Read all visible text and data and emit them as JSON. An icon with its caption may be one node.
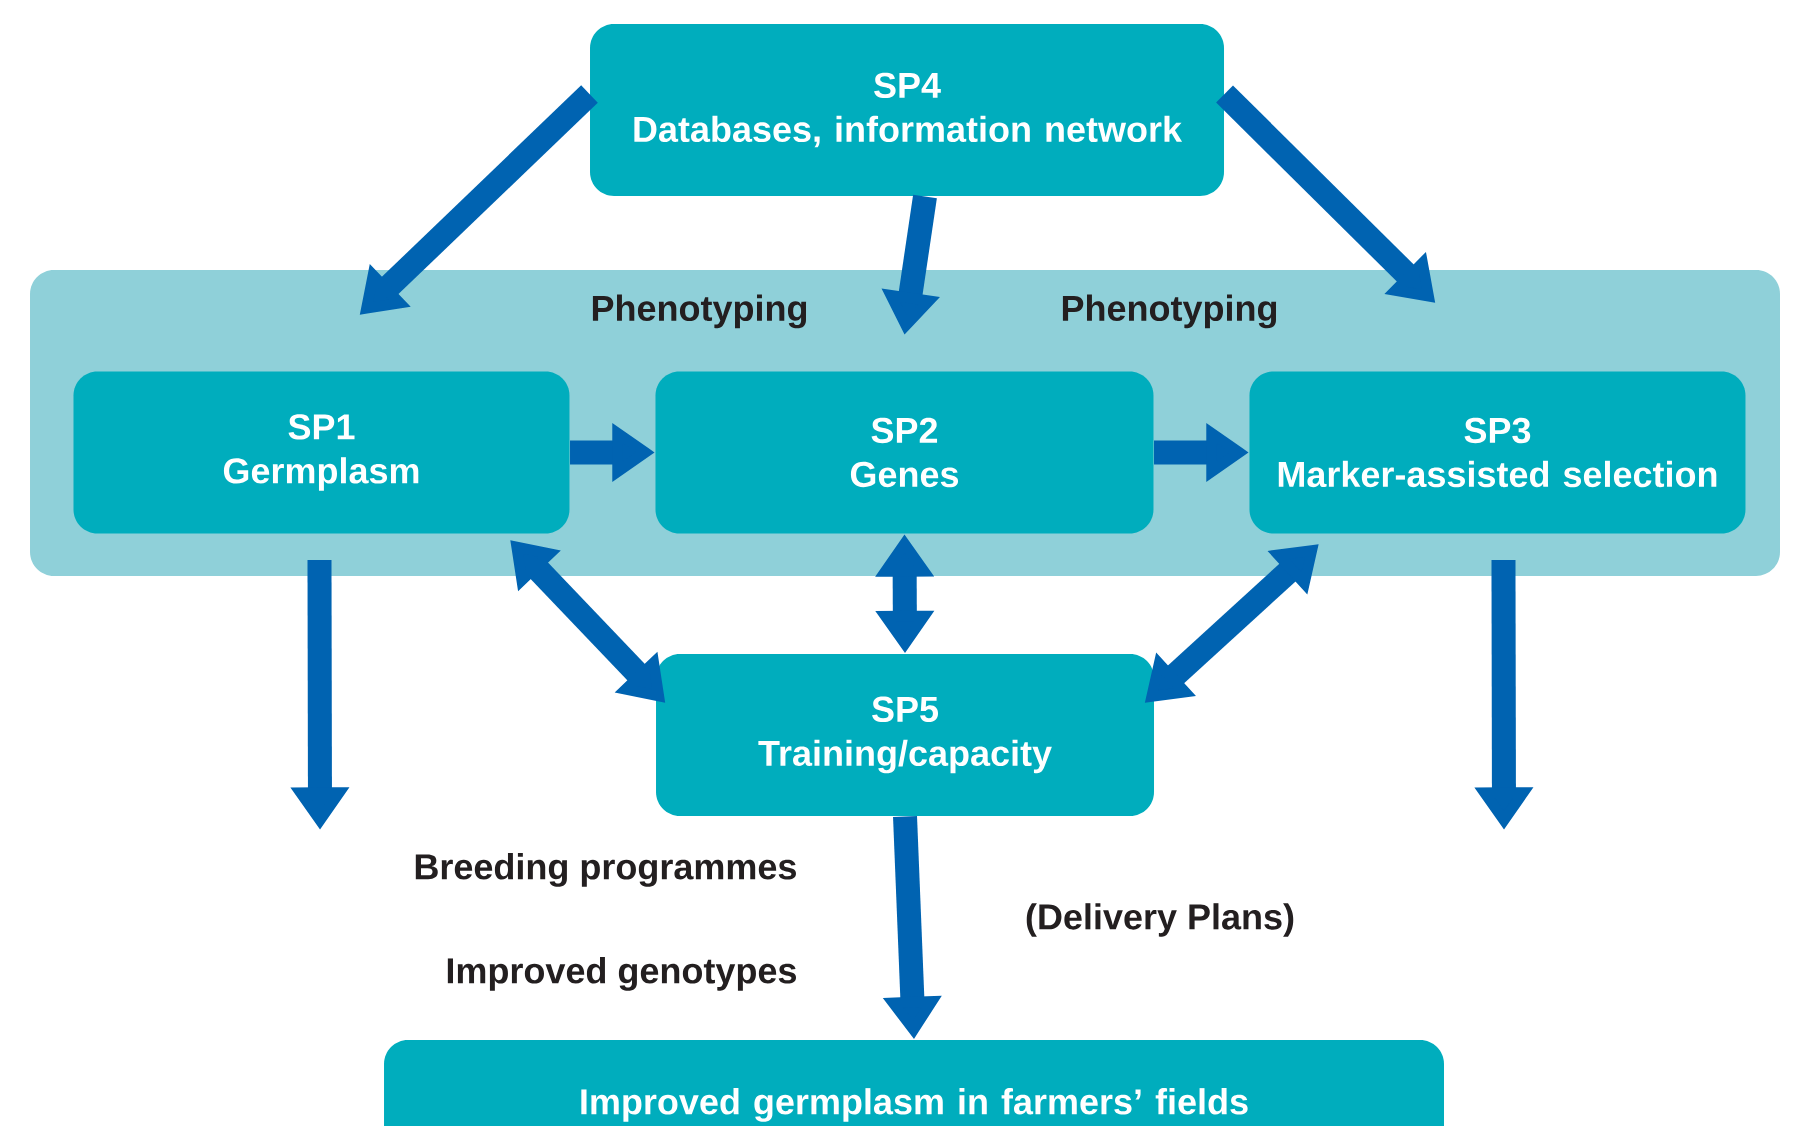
{
  "diagram": {
    "nodes": [
      {
        "text": [
          "SP4",
          "Databases, information network"
        ]
      },
      {
        "text": [
          "Phenotyping",
          "Phenotyping"
        ]
      },
      {
        "text": [
          "SP1",
          "Germplasm"
        ],
        "in": 1
      },
      {
        "text": [
          "SP2",
          "Genes"
        ],
        "in": 1
      },
      {
        "text": [
          "SP3",
          "Marker-assisted selection"
        ],
        "in": 1
      },
      {
        "text": [
          "SP5",
          "Training/capacity"
        ]
      },
      {
        "text": [
          "Improved germplasm in farmers’ fields"
        ]
      }
    ],
    "edges": [
      {
        "from": 0,
        "to": 2,
        "arrow": "to"
      },
      {
        "from": 0,
        "to": 3,
        "arrow": "to"
      },
      {
        "from": 0,
        "to": 4,
        "arrow": "to"
      },
      {
        "from": 2,
        "to": 3,
        "arrow": "to"
      },
      {
        "from": 3,
        "to": 4,
        "arrow": "to"
      },
      {
        "from": 2,
        "to": 5,
        "arrow": "both"
      },
      {
        "from": 3,
        "to": 5,
        "arrow": "both"
      },
      {
        "from": 4,
        "to": 5,
        "arrow": "both"
      },
      {
        "from": 2,
        "to": null,
        "arrow": "to"
      },
      {
        "from": 4,
        "to": null,
        "arrow": "to"
      },
      {
        "from": 5,
        "to": 6,
        "arrow": "to"
      }
    ],
    "labels": [
      "Breeding programmes",
      "(Delivery Plans)",
      "Improved genotypes"
    ]
  }
}
